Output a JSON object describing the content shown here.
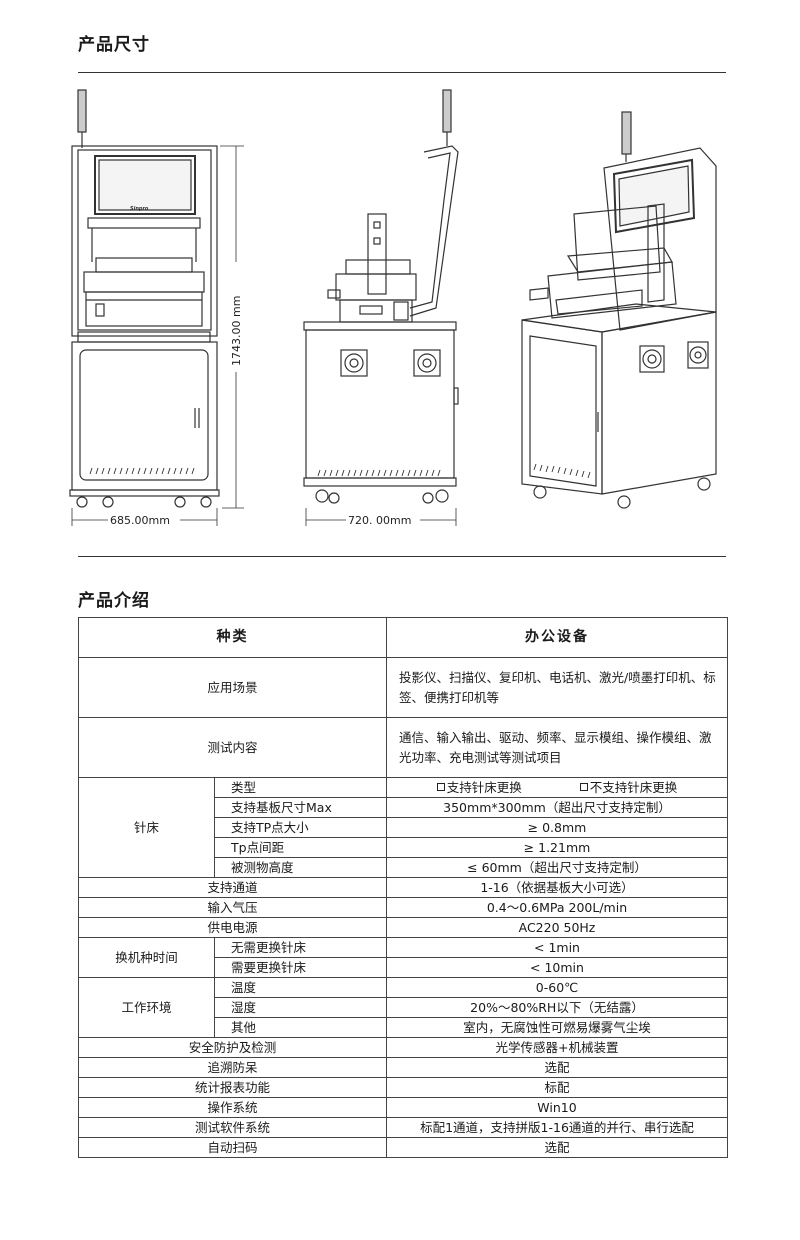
{
  "section1": {
    "title": "产品尺寸"
  },
  "dimensions": {
    "width_front": "685.00mm",
    "width_side": "720. 00mm",
    "height": "1743.00 mm"
  },
  "machine_brand_mark": "Sinpro",
  "section2": {
    "title": "产品介绍"
  },
  "table": {
    "header": {
      "left": "种类",
      "right": "办公设备"
    },
    "application": {
      "label": "应用场景",
      "value": "投影仪、扫描仪、复印机、电话机、激光/喷墨打印机、标签、便携打印机等"
    },
    "test_content": {
      "label": "测试内容",
      "value": "通信、输入输出、驱动、频率、显示模组、操作模组、激光功率、充电测试等测试项目"
    },
    "needle_bed": {
      "label": "针床",
      "rows": [
        {
          "label": "类型",
          "opt1": "支持针床更换",
          "opt2": "不支持针床更换"
        },
        {
          "label": "支持基板尺寸Max",
          "value": "350mm*300mm（超出尺寸支持定制）"
        },
        {
          "label": "支持TP点大小",
          "value": "≥ 0.8mm"
        },
        {
          "label": "Tp点间距",
          "value": "≥ 1.21mm"
        },
        {
          "label": "被测物高度",
          "value": "≤ 60mm（超出尺寸支持定制）"
        }
      ]
    },
    "channels": {
      "label": "支持通道",
      "value": "1-16（依据基板大小可选）"
    },
    "air": {
      "label": "输入气压",
      "value": "0.4～0.6MPa 200L/min"
    },
    "power": {
      "label": "供电电源",
      "value": "AC220 50Hz"
    },
    "changeover": {
      "label": "换机种时间",
      "rows": [
        {
          "label": "无需更换针床",
          "value": "< 1min"
        },
        {
          "label": "需要更换针床",
          "value": "< 10min"
        }
      ]
    },
    "environment": {
      "label": "工作环境",
      "rows": [
        {
          "label": "温度",
          "value": "0-60℃"
        },
        {
          "label": "湿度",
          "value": "20%～80%RH以下（无结露）"
        },
        {
          "label": "其他",
          "value": "室内，无腐蚀性可燃易爆雾气尘埃"
        }
      ]
    },
    "safety": {
      "label": "安全防护及检测",
      "value": "光学传感器+机械装置"
    },
    "trace": {
      "label": "追溯防呆",
      "value": "选配"
    },
    "report": {
      "label": "统计报表功能",
      "value": "标配"
    },
    "os": {
      "label": "操作系统",
      "value": "Win10"
    },
    "software": {
      "label": "测试软件系统",
      "value": "标配1通道，支持拼版1-16通道的并行、串行选配"
    },
    "scan": {
      "label": "自动扫码",
      "value": "选配"
    }
  }
}
